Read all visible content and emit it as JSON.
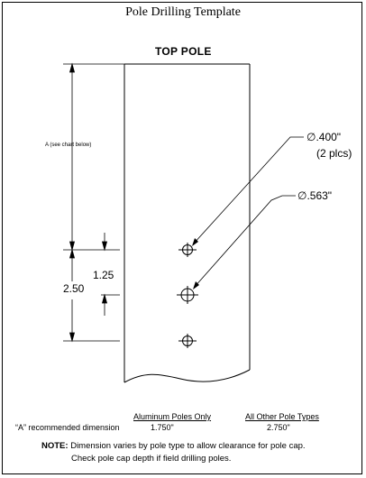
{
  "title": "Pole Drilling Template",
  "pole": {
    "label": "TOP POLE"
  },
  "dimensions": {
    "a_label": "A (see chart below)",
    "hole_small_diameter": "∅.400\"",
    "hole_small_quantity": "(2 plcs)",
    "hole_large_diameter": "∅.563\"",
    "spacing_half": "1.25",
    "spacing_full": "2.50"
  },
  "chart": {
    "columns": [
      "Aluminum Poles Only",
      "All Other Pole Types"
    ],
    "row_label": "“A” recommended dimension",
    "values": [
      "1.750\"",
      "2.750\""
    ]
  },
  "note": {
    "prefix": "NOTE:",
    "line1": "Dimension varies by pole type to allow clearance for pole cap.",
    "line2": "Check pole cap depth if field drilling poles."
  }
}
